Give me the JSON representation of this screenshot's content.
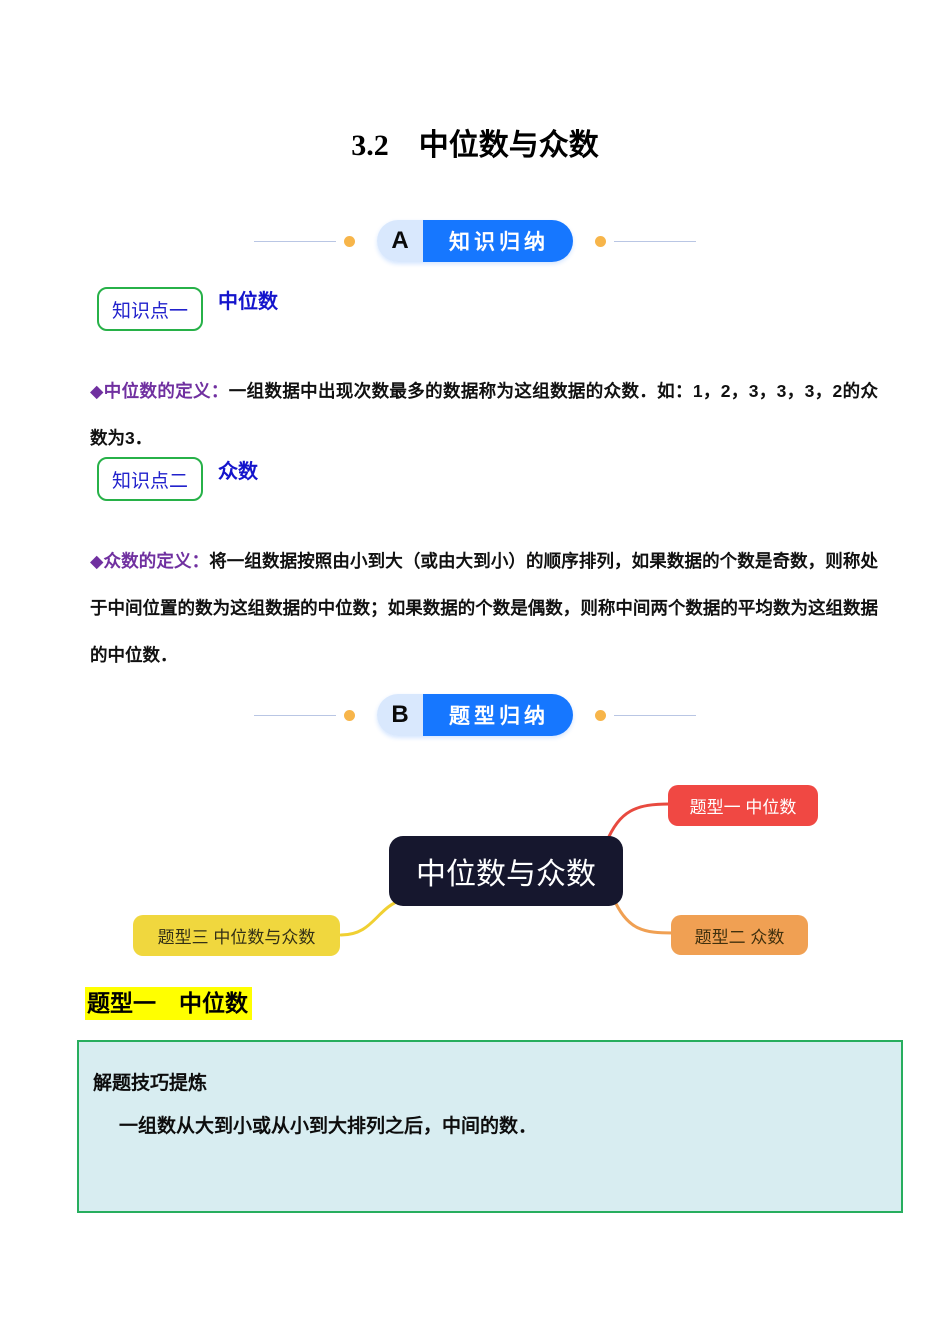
{
  "page": {
    "title": "3.2　中位数与众数"
  },
  "sections": {
    "a": {
      "letter": "A",
      "label": "知识归纳"
    },
    "b": {
      "letter": "B",
      "label": "题型归纳"
    }
  },
  "knowledge_points": [
    {
      "badge": "知识点一",
      "title": "中位数",
      "term": "◆中位数的定义：",
      "definition": "一组数据中出现次数最多的数据称为这组数据的众数．如：1，2，3，3，3，2的众数为3．"
    },
    {
      "badge": "知识点二",
      "title": "众数",
      "term": "◆众数的定义：",
      "definition": "将一组数据按照由小到大（或由大到小）的顺序排列，如果数据的个数是奇数，则称处于中间位置的数为这组数据的中位数；如果数据的个数是偶数，则称中间两个数据的平均数为这组数据的中位数．"
    }
  ],
  "mindmap": {
    "center": "中位数与众数",
    "branches": [
      {
        "label": "题型一 中位数",
        "color": "#f04843"
      },
      {
        "label": "题型二 众数",
        "color": "#f0a053"
      },
      {
        "label": "题型三 中位数与众数",
        "color": "#f0d73e"
      }
    ],
    "center_bg": "#16172e"
  },
  "topic_heading": "题型一　中位数",
  "tip_box": {
    "title": "解题技巧提炼",
    "content": "一组数从大到小或从小到大排列之后，中间的数．",
    "bg": "#d8edf1",
    "border": "#27ae5e"
  },
  "colors": {
    "accent_blue": "#1677ff",
    "badge_light_blue": "#d9e8fd",
    "connector_dot": "#f7b54a",
    "kp_border_green": "#27b148",
    "kp_text_blue": "#1414cc",
    "term_purple": "#7030a0",
    "highlight_yellow": "#ffff00"
  }
}
